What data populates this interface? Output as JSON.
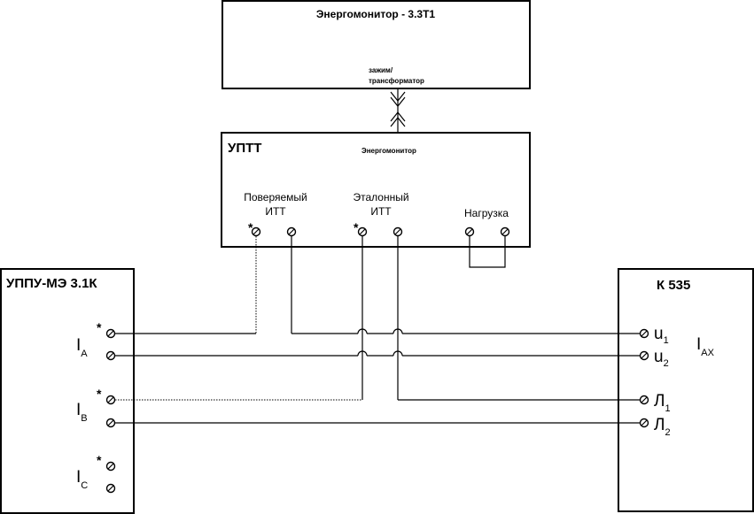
{
  "energomonitor": {
    "title": "Энергомонитор - 3.3Т1",
    "port_label_1": "зажим/",
    "port_label_2": "трансформатор"
  },
  "uptt": {
    "title": "УПТТ",
    "port_label": "Энергомонитор",
    "tested_1": "Поверяемый",
    "tested_2": "ИТТ",
    "ref_1": "Эталонный",
    "ref_2": "ИТТ",
    "load": "Нагрузка",
    "star": "*"
  },
  "uppu": {
    "title": "УППУ-МЭ 3.1К",
    "phases": [
      {
        "main": "I",
        "sub": "A"
      },
      {
        "main": "I",
        "sub": "B"
      },
      {
        "main": "I",
        "sub": "C"
      }
    ],
    "star": "*"
  },
  "k535": {
    "title": "К 535",
    "u1_main": "u",
    "u1_sub": "1",
    "u2_main": "u",
    "u2_sub": "2",
    "l1_main": "Л",
    "l1_sub": "1",
    "l2_main": "Л",
    "l2_sub": "2",
    "iax_main": "I",
    "iax_sub": "AX"
  }
}
